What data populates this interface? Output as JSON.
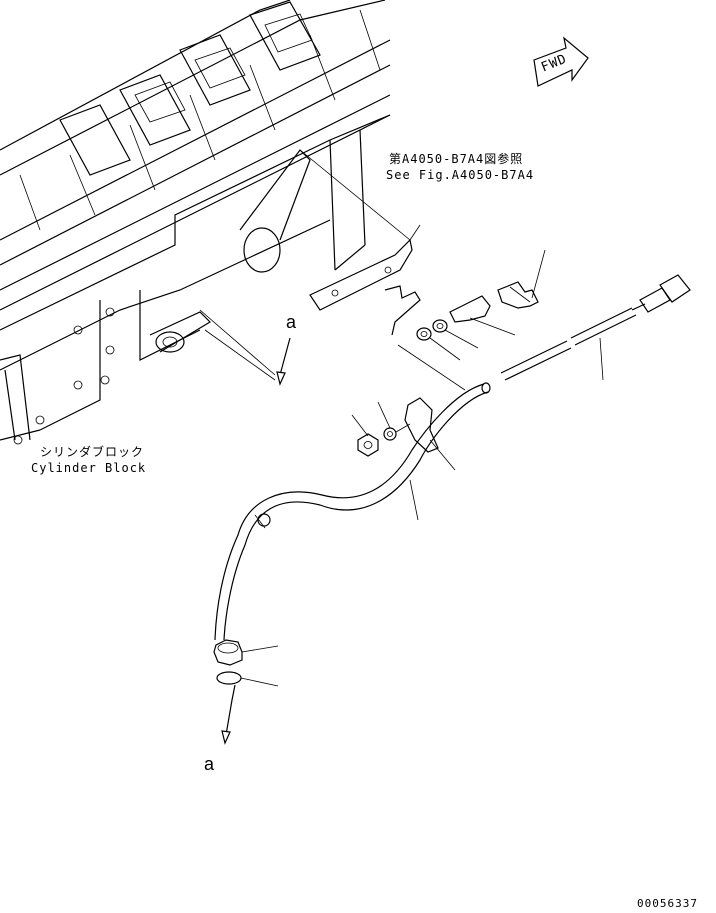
{
  "diagram": {
    "fwd_label": "FWD",
    "ref_label_ja": "第A4050-B7A4図参照",
    "ref_label_en": "See Fig.A4050-B7A4",
    "block_label_ja": "シリンダブロック",
    "block_label_en": "Cylinder Block",
    "callout_top": "a",
    "callout_bottom": "a",
    "drawing_number": "00056337"
  }
}
